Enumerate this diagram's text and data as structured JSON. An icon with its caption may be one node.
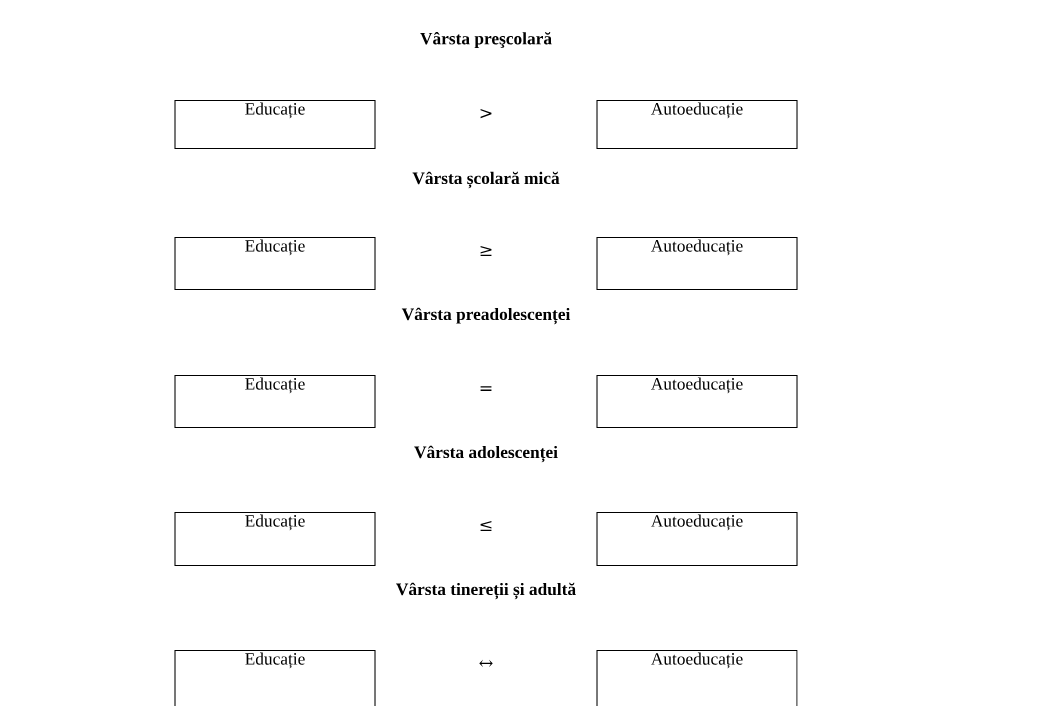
{
  "diagram": {
    "nodes": [
      {
        "text": [
          "Educație"
        ]
      },
      {
        "text": [
          "Autoeducație"
        ]
      },
      {
        "text": [
          "Educație"
        ]
      },
      {
        "text": [
          "Autoeducație"
        ]
      },
      {
        "text": [
          "Educație"
        ]
      },
      {
        "text": [
          "Autoeducație"
        ]
      },
      {
        "text": [
          "Educație"
        ]
      },
      {
        "text": [
          "Autoeducație"
        ]
      },
      {
        "text": [
          "Educație"
        ]
      },
      {
        "text": [
          "Autoeducație"
        ]
      }
    ],
    "labels": [
      "Vârsta preşcolară",
      ">",
      "Vârsta școlară mică",
      "≥",
      "Vârsta preadolescenței",
      "=",
      "Vârsta adolescenței",
      "≤",
      "Vârsta tinereții și adultă",
      "↔"
    ]
  }
}
